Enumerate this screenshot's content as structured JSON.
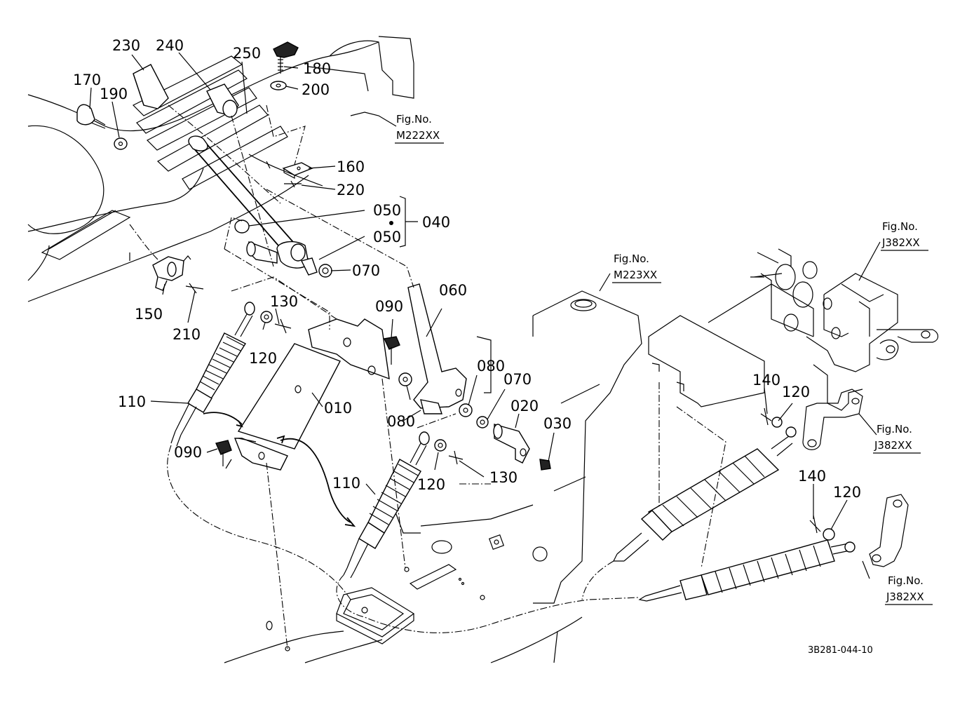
{
  "callouts": {
    "c230": "230",
    "c240": "240",
    "c250": "250",
    "c180": "180",
    "c200": "200",
    "c170": "170",
    "c190": "190",
    "c160": "160",
    "c220": "220",
    "c050a": "050",
    "c050b": "050",
    "c040": "040",
    "c070a": "070",
    "c150": "150",
    "c210": "210",
    "c130a": "130",
    "c120a": "120",
    "c090a": "090",
    "c060": "060",
    "c080a": "080",
    "c080b": "080",
    "c070b": "070",
    "c020": "020",
    "c030": "030",
    "c110a": "110",
    "c010": "010",
    "c090b": "090",
    "c110b": "110",
    "c120b": "120",
    "c130b": "130",
    "c140a": "140",
    "c120c": "120",
    "c140b": "140",
    "c120d": "120"
  },
  "refs": {
    "r1_fig": "Fig.No.",
    "r1_code": "M222XX",
    "r2_fig": "Fig.No.",
    "r2_code": "M223XX",
    "r3_fig": "Fig.No.",
    "r3_code": "J382XX",
    "r4_fig": "Fig.No.",
    "r4_code": "J382XX",
    "r5_fig": "Fig.No.",
    "r5_code": "J382XX"
  },
  "drawing_code": "3B281-044-10"
}
